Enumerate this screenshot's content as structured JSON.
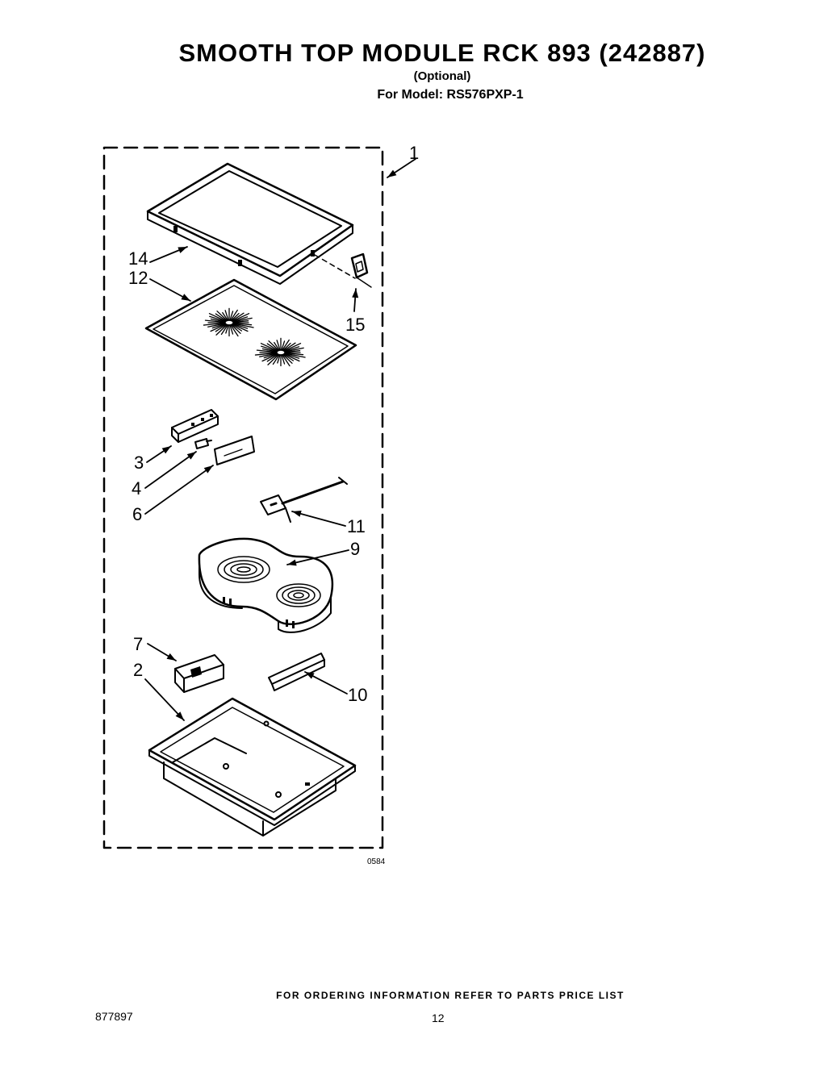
{
  "header": {
    "title": "SMOOTH TOP MODULE RCK 893 (242887)",
    "subtitle": "(Optional)",
    "model_line": "For Model: RS576PXP-1"
  },
  "diagram": {
    "figure_code": "0584",
    "callouts": {
      "c1": "1",
      "c14": "14",
      "c12": "12",
      "c15": "15",
      "c3": "3",
      "c4": "4",
      "c6": "6",
      "c11": "11",
      "c9": "9",
      "c7": "7",
      "c2": "2",
      "c10": "10"
    }
  },
  "footer": {
    "ordering_info": "FOR ORDERING INFORMATION REFER TO PARTS PRICE LIST",
    "document_number": "877897",
    "page_number": "12"
  }
}
